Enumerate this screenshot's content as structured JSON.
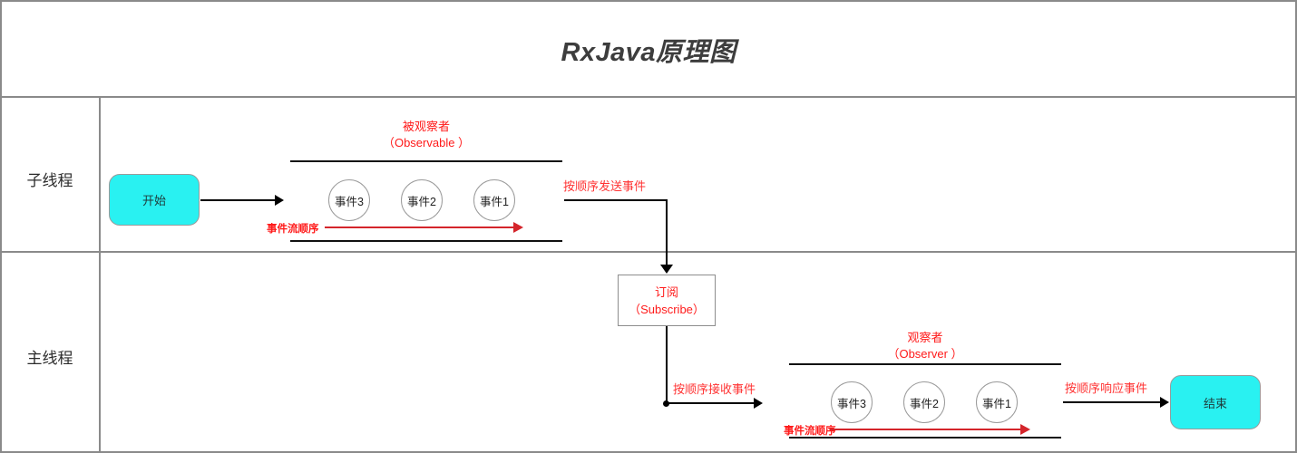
{
  "title": "RxJava原理图",
  "lanes": [
    {
      "label": "子线程"
    },
    {
      "label": "主线程"
    }
  ],
  "nodes": {
    "start": "开始",
    "end": "结束",
    "subscribe_cn": "订阅",
    "subscribe_en": "（Subscribe）"
  },
  "observable": {
    "caption_cn": "被观察者",
    "caption_en": "（Observable ）",
    "flow_label": "事件流顺序",
    "events": [
      "事件3",
      "事件2",
      "事件1"
    ]
  },
  "observer": {
    "caption_cn": "观察者",
    "caption_en": "（Observer ）",
    "flow_label": "事件流顺序",
    "events": [
      "事件3",
      "事件2",
      "事件1"
    ]
  },
  "connectors": {
    "send": "按顺序发送事件",
    "receive": "按顺序接收事件",
    "respond": "按顺序响应事件"
  },
  "colors": {
    "accent_red": "#ff1a1a",
    "flow_red": "#d4252b",
    "node_cyan": "#29f1f1",
    "frame_gray": "#8a8a8a",
    "title_gray": "#3d3d3d"
  }
}
